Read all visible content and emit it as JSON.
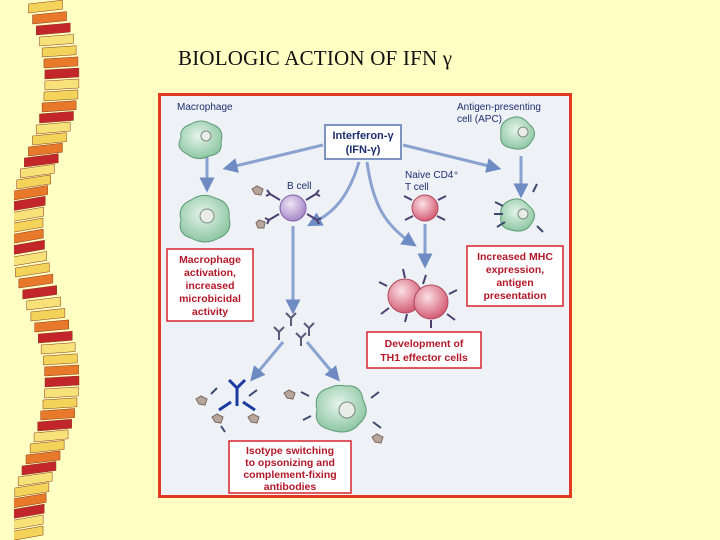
{
  "slide": {
    "title": "BIOLOGIC ACTION OF IFN γ"
  },
  "diagram": {
    "labels": {
      "macrophage": "Macrophage",
      "apc_line1": "Antigen-presenting",
      "apc_line2": "cell (APC)",
      "b_cell": "B cell",
      "naive_line1": "Naive CD4⁺",
      "naive_line2": "T cell"
    },
    "center_box": {
      "line1": "Interferon-γ",
      "line2": "(IFN-γ)"
    },
    "effect_boxes": {
      "macrophage_activation": [
        "Macrophage",
        "activation,",
        "increased",
        "microbicidal",
        "activity"
      ],
      "mhc_expression": [
        "Increased MHC",
        "expression,",
        "antigen",
        "presentation"
      ],
      "th1_development": [
        "Development of",
        "TH1 effector cells"
      ],
      "isotype_switching": [
        "Isotype switching",
        "to opsonizing and",
        "complement-fixing",
        "antibodies"
      ]
    }
  },
  "colors": {
    "background": "#ffffc4",
    "frame_border": "#e23a20",
    "box_border": "#d9232e",
    "box_text": "#b3182a",
    "arrow": "#8aa2cf",
    "macrophage_fill": "#b9dcc6",
    "b_cell_fill": "#c9b3da",
    "t_cell_fill": "#e79aa8"
  }
}
